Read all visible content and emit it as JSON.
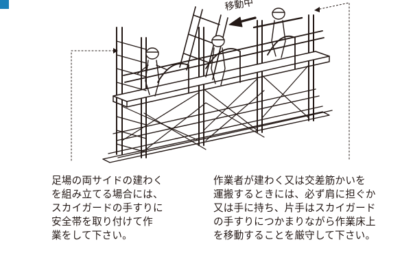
{
  "direction_label": "移動中",
  "captions": {
    "left": [
      "足場の両サイドの建わく",
      "を組み立てる場合には、",
      "スカイガードの手すりに",
      "安全帯を取り付けて作",
      "業をして下さい。"
    ],
    "right": [
      "作業者が建わく又は交差筋かいを",
      "運搬するときには、必ず肩に担ぐか",
      "又は手に持ち、片手はスカイガード",
      "の手すりにつかまりながら作業床上",
      "を移動することを厳守して下さい。"
    ]
  },
  "colors": {
    "accent": "#1a7fb8",
    "line": "#231815"
  }
}
